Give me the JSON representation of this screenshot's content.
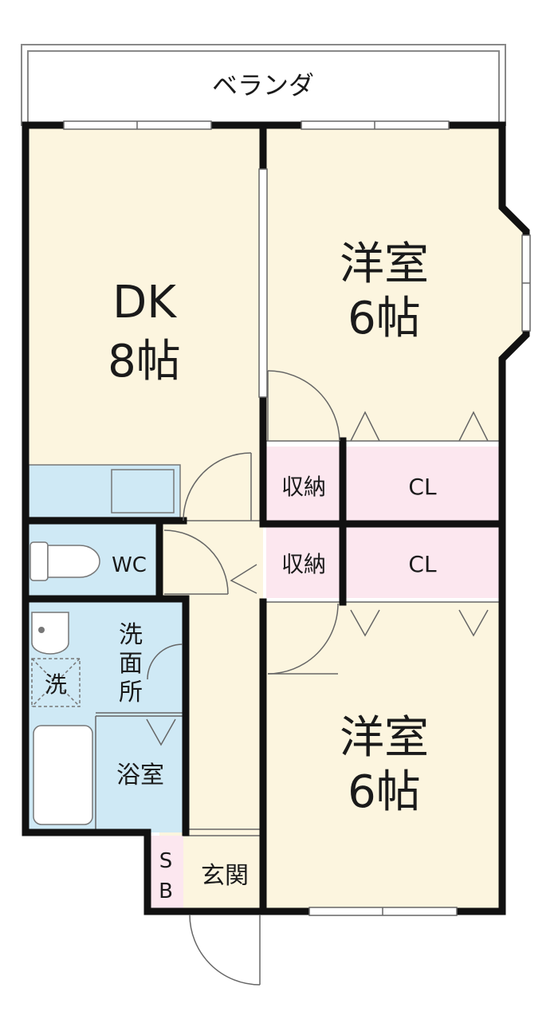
{
  "rooms": {
    "veranda": "ベランダ",
    "dk": {
      "name": "DK",
      "size": "8帖"
    },
    "western_top": {
      "name": "洋室",
      "size": "6帖"
    },
    "western_bottom": {
      "name": "洋室",
      "size": "6帖"
    },
    "storage_top": "収納",
    "storage_bottom": "収納",
    "closet_top": "CL",
    "closet_bottom": "CL",
    "toilet": "WC",
    "washroom": [
      "洗",
      "面",
      "所"
    ],
    "washer": "洗",
    "bathroom": "浴室",
    "shoe_box": [
      "S",
      "B"
    ],
    "entrance": "玄関"
  },
  "colors": {
    "cream": "#fcf5df",
    "blue": "#cfe9f5",
    "pink": "#fce7ef",
    "wall": "#111111",
    "line": "#777777"
  }
}
